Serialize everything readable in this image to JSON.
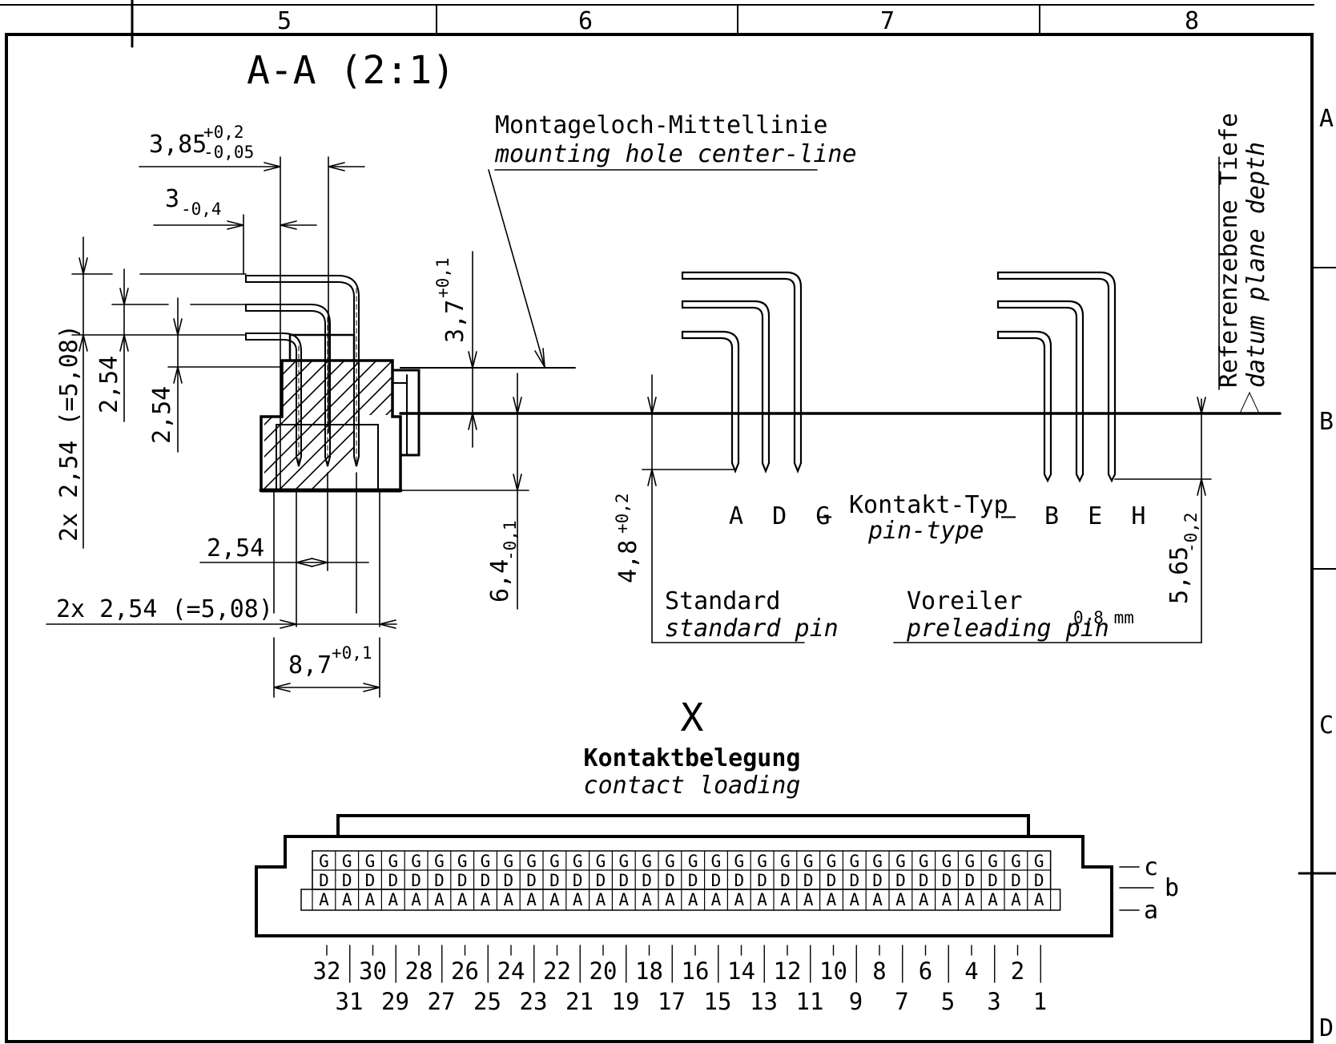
{
  "frame": {
    "columns": [
      "5",
      "6",
      "7",
      "8"
    ],
    "rows": [
      "A",
      "B",
      "C",
      "D"
    ]
  },
  "section": {
    "title": "A-A (2:1)"
  },
  "dimensions": {
    "d_385": "3,85",
    "d_385_tol_upper": "+0,2",
    "d_385_tol_lower": "-0,05",
    "d_3": "3",
    "d_3_tol": "-0,4",
    "d_37": "3,7",
    "d_37_tol": "+0,1",
    "d_254_a": "2,54",
    "d_254_b": "2,54",
    "d_2x254_v": "2x 2,54 (=5,08)",
    "d_254_h": "2,54",
    "d_2x254_h": "2x 2,54 (=5,08)",
    "d_87": "8,7",
    "d_87_tol": "+0,1",
    "d_64": "6,4",
    "d_64_tol": "-0,1",
    "d_48": "4,8",
    "d_48_tol": "+0,2",
    "d_565": "5,65",
    "d_565_tol": "-0,2",
    "d_08mm": "0,8 mm"
  },
  "labels": {
    "mounting_de": "Montageloch-Mittellinie",
    "mounting_en": "mounting hole center-line",
    "datum_de": "Referenzebene Tiefe",
    "datum_en": "datum plane depth",
    "pin_type_de": "Kontakt-Typ",
    "pin_type_en": "pin-type",
    "standard_types": "A  D  G",
    "preleading_types": "B  E  H",
    "dash": "—",
    "standard_de": "Standard",
    "standard_en": "standard pin",
    "preleading_de": "Voreiler",
    "preleading_en": "preleading pin"
  },
  "contact_loading": {
    "view": "X",
    "title_de": "Kontaktbelegung",
    "title_en": "contact loading",
    "row_labels": {
      "c": "c",
      "b": "b",
      "a": "a"
    },
    "rows": [
      "G",
      "D",
      "A"
    ],
    "columns": 32,
    "even_numbers": [
      "32",
      "30",
      "28",
      "26",
      "24",
      "22",
      "20",
      "18",
      "16",
      "14",
      "12",
      "10",
      "8",
      "6",
      "4",
      "2"
    ],
    "odd_numbers": [
      "31",
      "29",
      "27",
      "25",
      "23",
      "21",
      "19",
      "17",
      "15",
      "13",
      "11",
      "9",
      "7",
      "5",
      "3",
      "1"
    ]
  }
}
